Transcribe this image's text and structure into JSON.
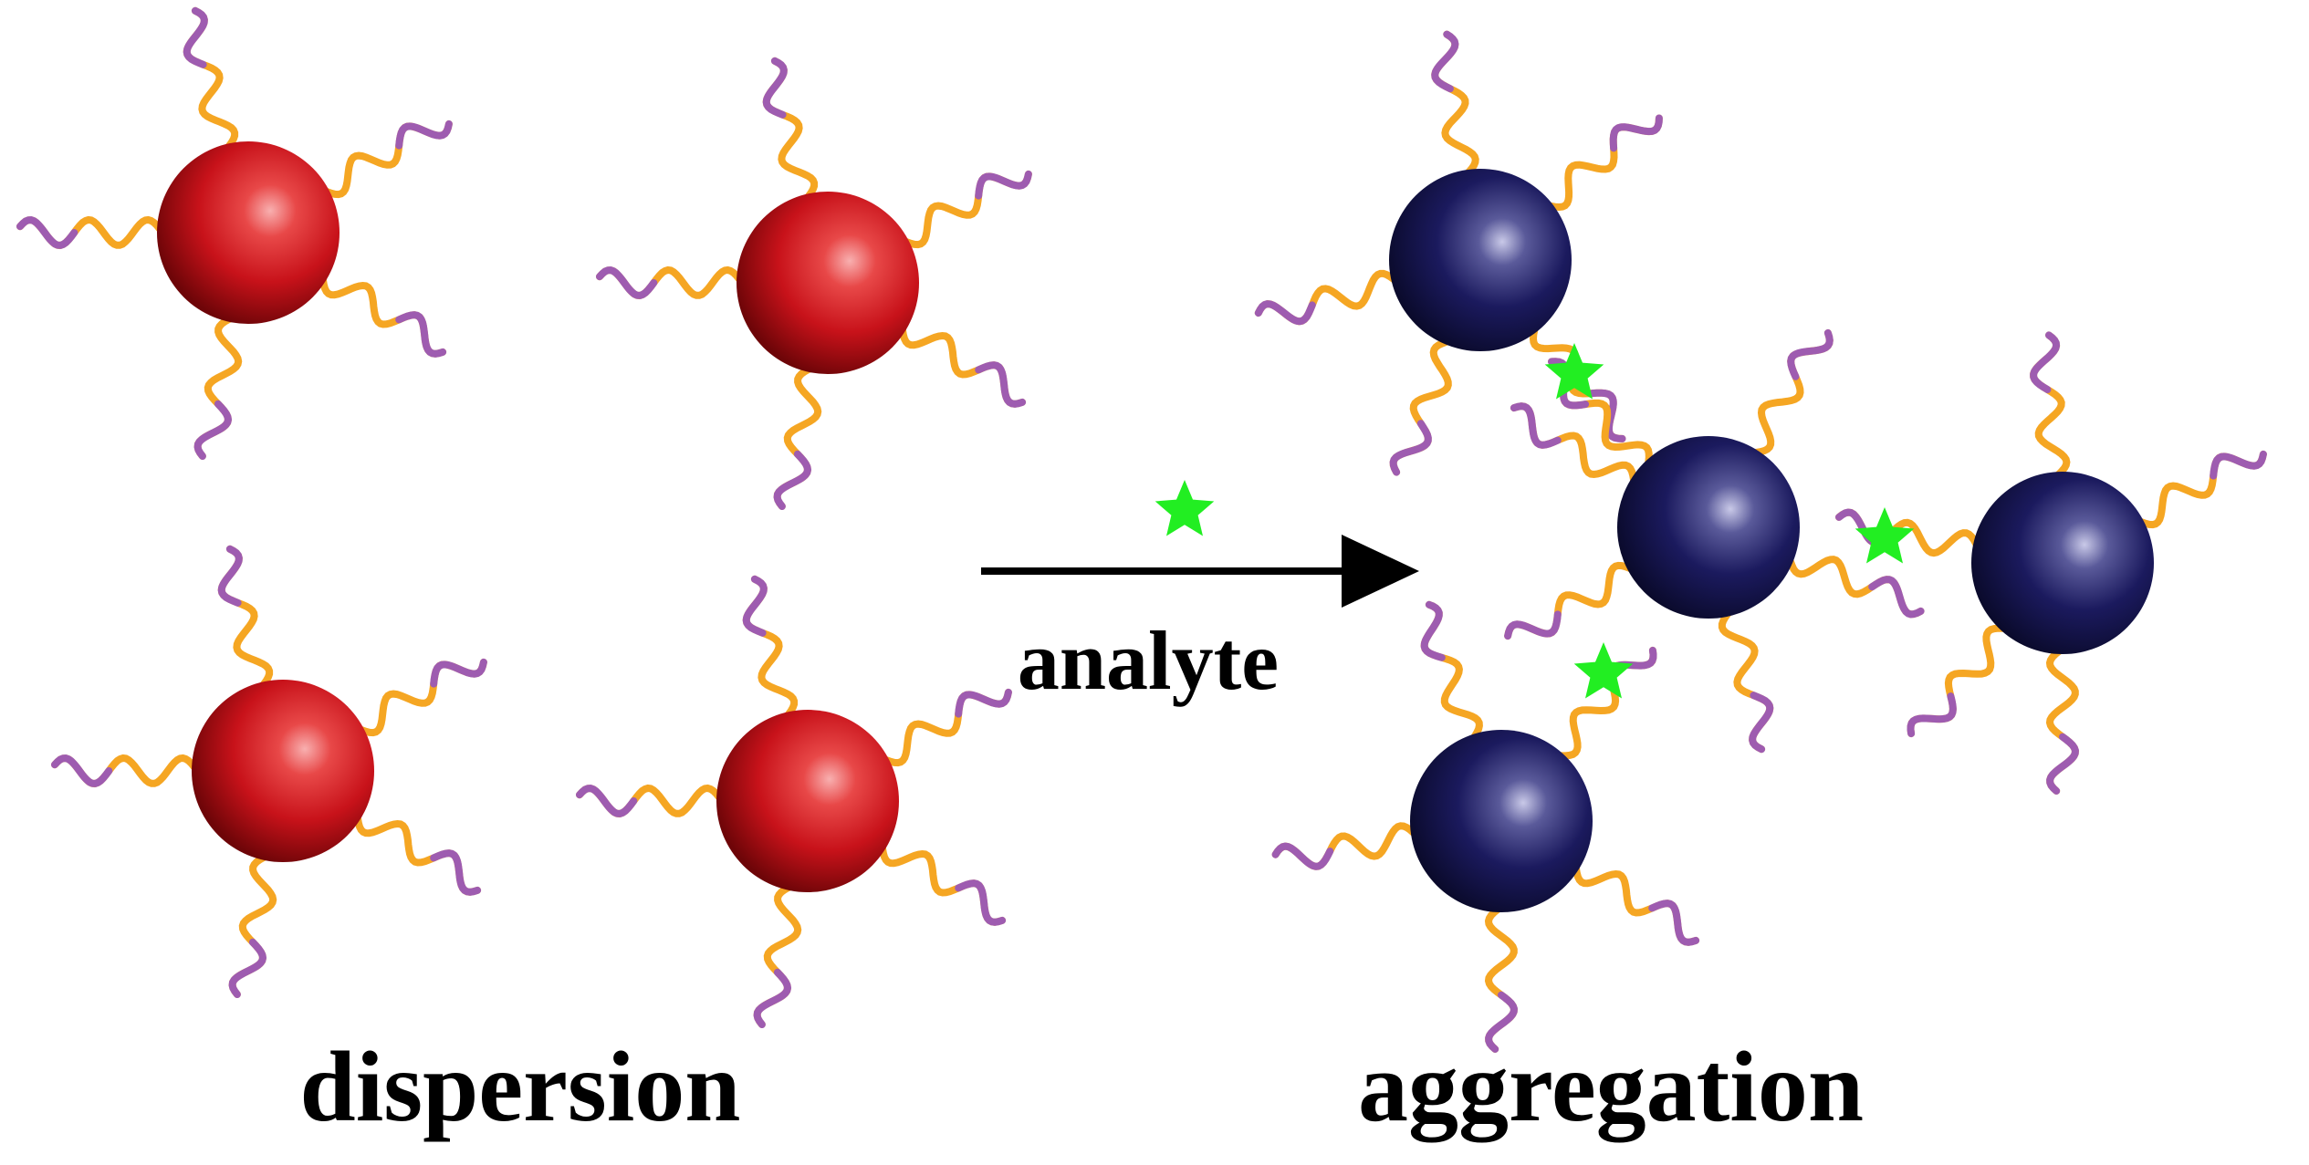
{
  "labels": {
    "dispersion": "dispersion",
    "analyte": "analyte",
    "aggregation": "aggregation"
  },
  "colors": {
    "background": "#ffffff",
    "red_particle_light": "#f8b0b0",
    "red_particle_mid": "#d8141b",
    "red_particle_dark": "#6e0508",
    "navy_particle_light": "#c9c9e8",
    "navy_particle_mid": "#1b1a5e",
    "navy_particle_dark": "#0a0a2b",
    "ligand_orange": "#f5a623",
    "ligand_purple": "#8e4fc9",
    "analyte_green": "#22ee22",
    "arrow": "#000000",
    "text": "#000000"
  },
  "icons": {
    "dispersed_particle": "red-sphere-icon",
    "aggregated_particle": "navy-sphere-icon",
    "analyte": "green-star-icon",
    "reaction_arrow": "right-arrow-icon"
  }
}
